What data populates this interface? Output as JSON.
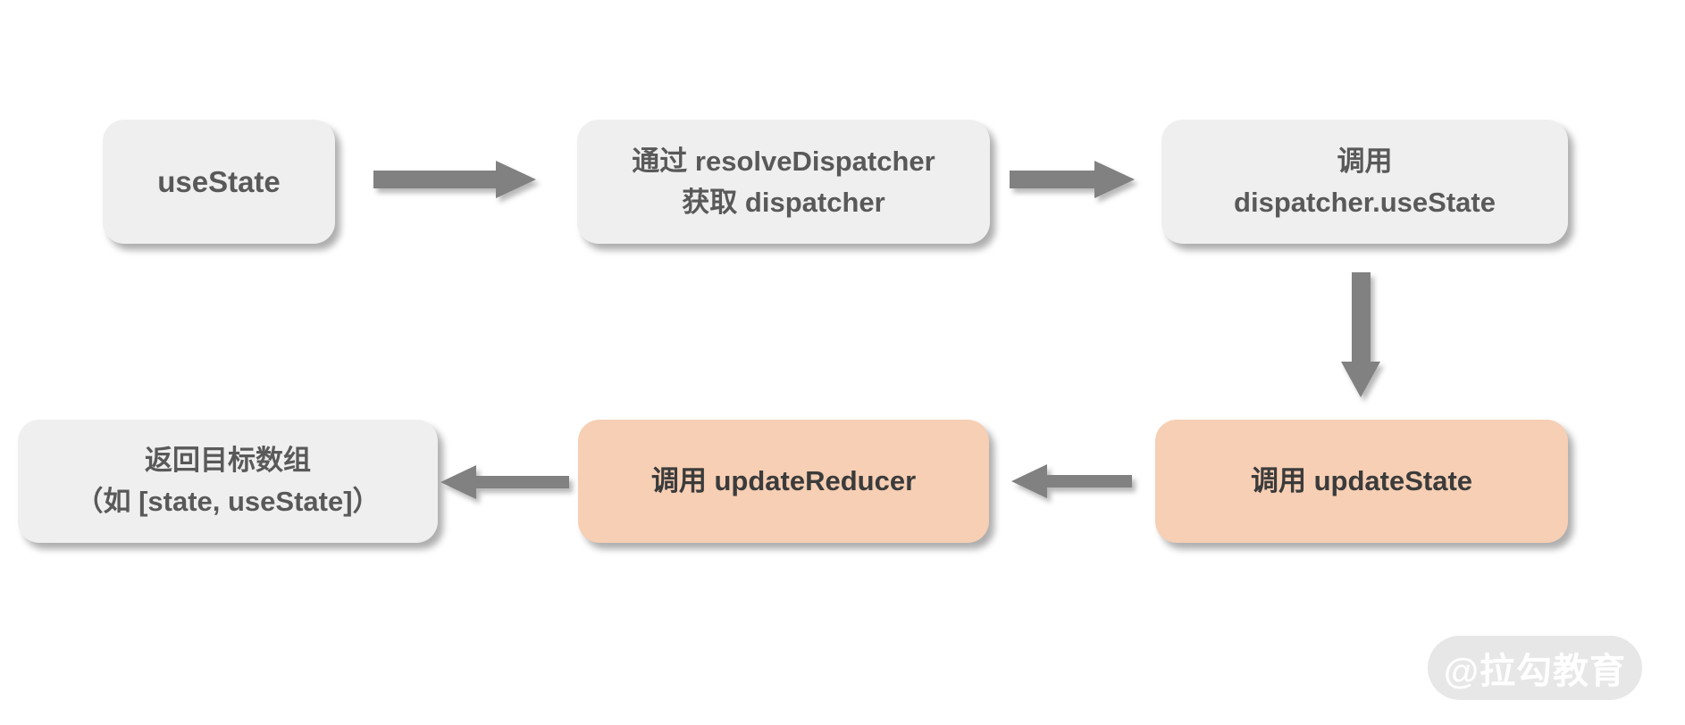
{
  "colors": {
    "node_gray_bg": "#efefef",
    "node_gray_text": "#595959",
    "node_accent_bg": "#f6cfb4",
    "node_accent_text": "#3b3b3b",
    "arrow": "#818181",
    "watermark_bg": "#e7e7e7",
    "watermark_text": "#ffffff"
  },
  "nodes": [
    {
      "id": "usestate",
      "variant": "gray",
      "lines": [
        "useState"
      ]
    },
    {
      "id": "resolve-dispatcher",
      "variant": "gray",
      "lines": [
        "通过 resolveDispatcher",
        "获取 dispatcher"
      ]
    },
    {
      "id": "call-dispatcher-usestate",
      "variant": "gray",
      "lines": [
        "调用",
        "dispatcher.useState"
      ]
    },
    {
      "id": "return-target-array",
      "variant": "gray",
      "lines": [
        "返回目标数组",
        "（如 [state, useState]）"
      ]
    },
    {
      "id": "call-update-reducer",
      "variant": "accent",
      "lines": [
        "调用 updateReducer"
      ]
    },
    {
      "id": "call-update-state",
      "variant": "accent",
      "lines": [
        "调用 updateState"
      ]
    }
  ],
  "edges": [
    {
      "from": "usestate",
      "to": "resolve-dispatcher",
      "direction": "right"
    },
    {
      "from": "resolve-dispatcher",
      "to": "call-dispatcher-usestate",
      "direction": "right"
    },
    {
      "from": "call-dispatcher-usestate",
      "to": "call-update-state",
      "direction": "down"
    },
    {
      "from": "call-update-state",
      "to": "call-update-reducer",
      "direction": "left"
    },
    {
      "from": "call-update-reducer",
      "to": "return-target-array",
      "direction": "left"
    }
  ],
  "watermark": {
    "label": "@拉勾教育"
  }
}
